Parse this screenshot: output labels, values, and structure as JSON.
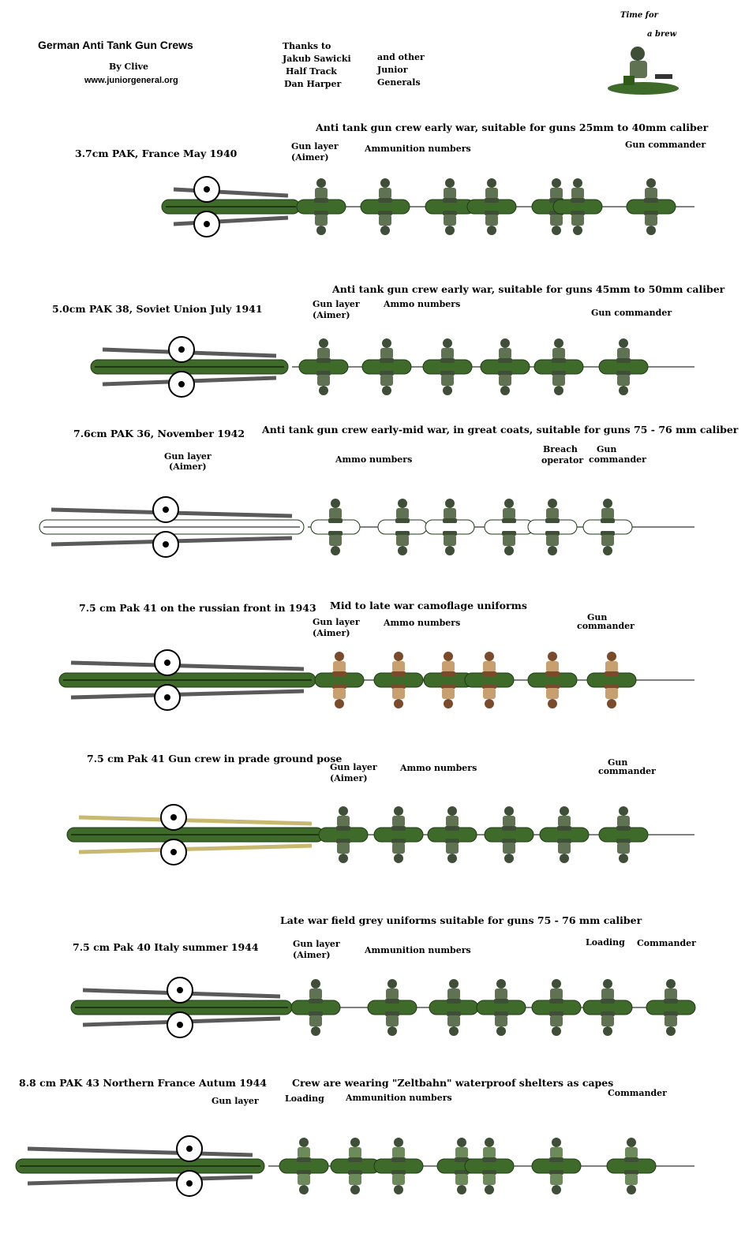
{
  "header": {
    "title": "German Anti Tank Gun Crews",
    "by": "By Clive",
    "site": "www.juniorgeneral.org",
    "thanks_lines": [
      "Thanks to",
      "Jakub Sawicki",
      "Half Track",
      "Dan Harper"
    ],
    "thanks_lines2": [
      "and other",
      "Junior",
      "Generals"
    ],
    "brew_line1": "Time for",
    "brew_line2": "a brew"
  },
  "colors": {
    "field_grey": "#5f7352",
    "field_grey_dark": "#3f4e36",
    "base_green": "#3f6b2a",
    "base_green_light": "#5a8a3c",
    "gun_grey": "#5a5a5a",
    "gun_yellow": "#c9b870",
    "camo_tan": "#c8a070",
    "camo_brown": "#7a4a2a"
  },
  "sections": [
    {
      "gun": "3.7cm PAK, France May 1940",
      "caption": "Anti tank gun crew early war, suitable for guns 25mm to 40mm caliber",
      "roles": [
        "Gun layer",
        "(Aimer)",
        "Ammunition numbers",
        "Gun commander"
      ]
    },
    {
      "gun": "5.0cm PAK 38, Soviet Union July 1941",
      "caption": "Anti tank gun crew early war, suitable for guns 45mm to 50mm caliber",
      "roles": [
        "Gun layer",
        "(Aimer)",
        "Ammo numbers",
        "Gun commander"
      ]
    },
    {
      "gun": "7.6cm PAK 36, November 1942",
      "caption": "Anti tank gun crew early-mid war, in great coats, suitable for guns 75 - 76 mm caliber",
      "roles": [
        "Gun layer",
        "(Aimer)",
        "Ammo numbers",
        "Breach",
        "operator",
        "Gun",
        "commander"
      ]
    },
    {
      "gun": "7.5 cm Pak 41 on the russian front in 1943",
      "caption": "Mid to late war camoflage uniforms",
      "roles": [
        "Gun layer",
        "(Aimer)",
        "Ammo numbers",
        "Gun",
        "commander"
      ]
    },
    {
      "gun": "7.5 cm Pak 41  Gun crew in prade ground pose",
      "caption": "",
      "roles": [
        "Gun layer",
        "(Aimer)",
        "Ammo numbers",
        "Gun",
        "commander"
      ]
    },
    {
      "gun": "7.5 cm Pak 40  Italy summer 1944",
      "caption": "Late war field grey uniforms suitable for guns 75 - 76 mm caliber",
      "roles": [
        "Gun layer",
        "(Aimer)",
        "Ammunition numbers",
        "Loading",
        "Commander"
      ]
    },
    {
      "gun": "8.8 cm PAK 43 Northern France Autum 1944",
      "caption": "Crew are wearing \"Zeltbahn\" waterproof shelters as capes",
      "roles": [
        "Gun layer",
        "Loading",
        "Ammunition numbers",
        "Commander"
      ]
    }
  ]
}
